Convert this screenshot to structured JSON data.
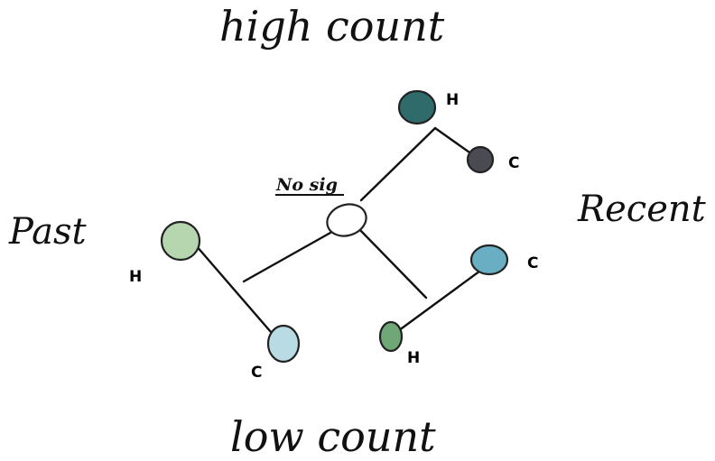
{
  "labels": {
    "top": "high count",
    "bottom": "low count",
    "left": "Past",
    "right": "Recent",
    "center": "No sig"
  },
  "nodes": [
    {
      "id": "center",
      "label": "",
      "color": "#ffffff"
    },
    {
      "id": "top-h",
      "label": "H",
      "color": "#2f6b6b"
    },
    {
      "id": "top-c",
      "label": "C",
      "color": "#4a4a52"
    },
    {
      "id": "left-h",
      "label": "H",
      "color": "#b5d6ae"
    },
    {
      "id": "left-c",
      "label": "C",
      "color": "#b9dbe4"
    },
    {
      "id": "right-c",
      "label": "C",
      "color": "#6aaec4"
    },
    {
      "id": "right-h",
      "label": "H",
      "color": "#6fa776"
    }
  ]
}
